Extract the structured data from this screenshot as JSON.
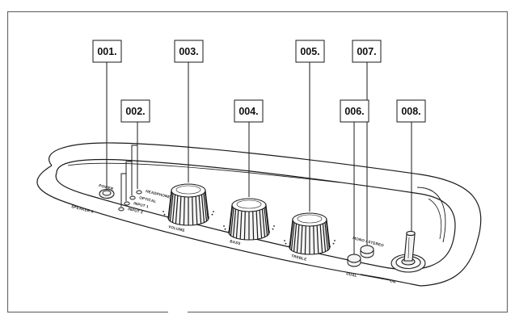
{
  "callouts": [
    {
      "id": "001",
      "label": "001."
    },
    {
      "id": "002",
      "label": "002."
    },
    {
      "id": "003",
      "label": "003."
    },
    {
      "id": "004",
      "label": "004."
    },
    {
      "id": "005",
      "label": "005."
    },
    {
      "id": "006",
      "label": "006."
    },
    {
      "id": "007",
      "label": "007."
    },
    {
      "id": "008",
      "label": "008."
    }
  ],
  "panel_labels": {
    "power": "POWER",
    "headphones": "HEADPHONES",
    "optical": "OPTICAL",
    "input1": "INPUT 1",
    "input2": "INPUT 2",
    "volume": "VOLUME",
    "bass": "BASS",
    "treble": "TREBLE",
    "mode": "MONO / STEREO",
    "dual": "DUAL",
    "speaker": "SPEAKER A",
    "on": "ON"
  },
  "colors": {
    "frame": "#6b6b6b",
    "line": "#1a1a1a",
    "knob_fill": "#f4f4f4",
    "background": "#ffffff"
  }
}
